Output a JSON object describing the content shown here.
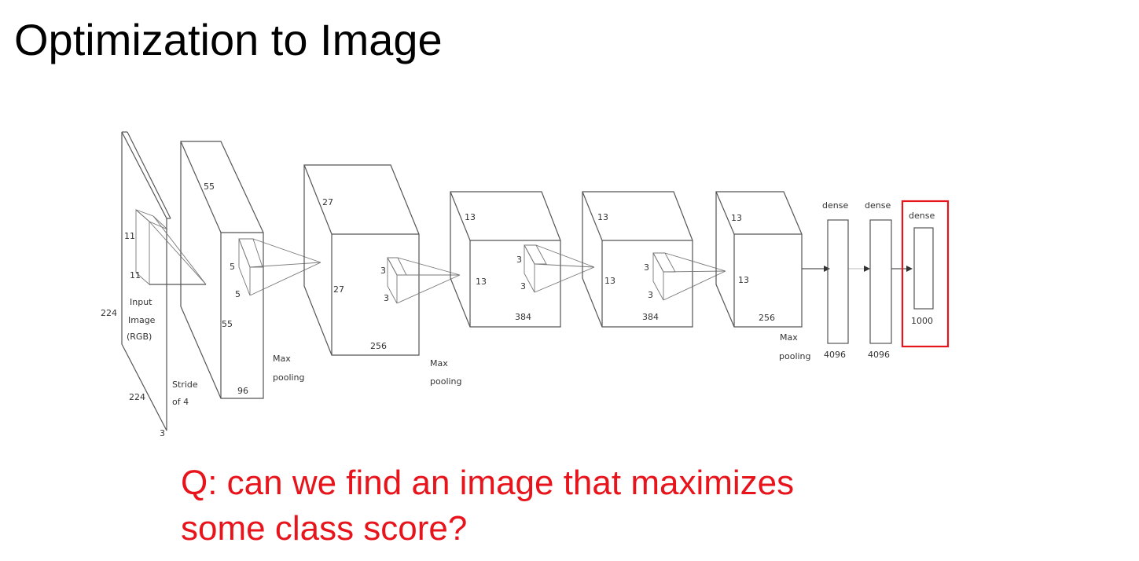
{
  "slide": {
    "title": "Optimization to Image",
    "question_line1": "Q: can we find an image that maximizes",
    "question_line2": "some class score?",
    "question_color": "#e8141b",
    "highlight_color": "#e8141b"
  },
  "diagram": {
    "input": {
      "dim_top": "11",
      "dim_side": "11",
      "height": "224",
      "width": "224",
      "depth": "3",
      "label1": "Input",
      "label2": "Image",
      "label3": "(RGB)",
      "stride1": "Stride",
      "stride2": "of 4"
    },
    "conv1": {
      "kernel_a": "5",
      "kernel_b": "5",
      "top": "55",
      "side": "55",
      "depth": "96",
      "pool1": "Max",
      "pool2": "pooling"
    },
    "conv2": {
      "kernel_a": "3",
      "kernel_b": "3",
      "top": "27",
      "side": "27",
      "depth": "256",
      "pool1": "Max",
      "pool2": "pooling"
    },
    "conv3": {
      "kernel_a": "3",
      "kernel_b": "3",
      "top": "13",
      "side": "13",
      "depth": "384"
    },
    "conv4": {
      "kernel_a": "3",
      "kernel_b": "3",
      "top": "13",
      "side": "13",
      "depth": "384"
    },
    "conv5": {
      "top": "13",
      "side": "13",
      "depth": "256",
      "pool1": "Max",
      "pool2": "pooling"
    },
    "dense1": {
      "label": "dense",
      "size": "4096"
    },
    "dense2": {
      "label": "dense",
      "size": "4096"
    },
    "dense3": {
      "label": "dense",
      "size": "1000"
    }
  }
}
